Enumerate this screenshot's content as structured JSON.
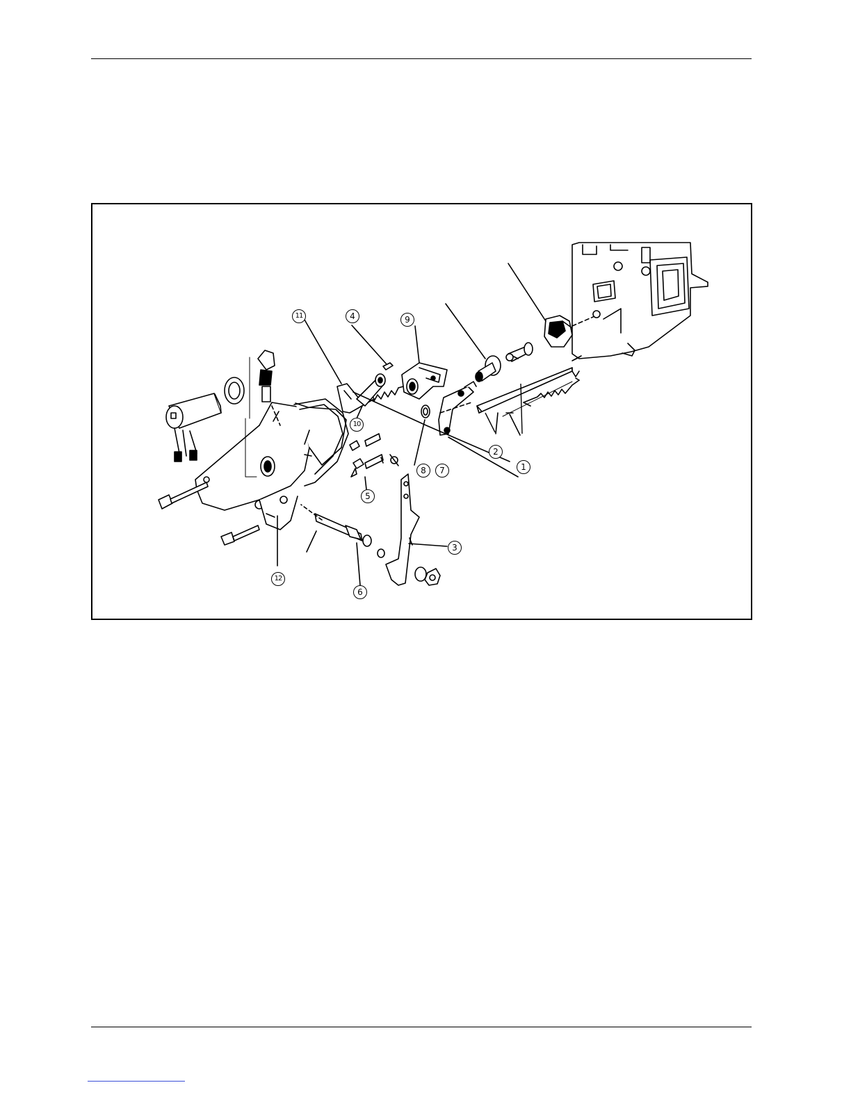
{
  "page": {
    "figure": {
      "callouts": [
        {
          "id": "c1",
          "label": "1"
        },
        {
          "id": "c2",
          "label": "2"
        },
        {
          "id": "c3",
          "label": "3"
        },
        {
          "id": "c4",
          "label": "4"
        },
        {
          "id": "c5",
          "label": "5"
        },
        {
          "id": "c6",
          "label": "6"
        },
        {
          "id": "c7",
          "label": "7"
        },
        {
          "id": "c8",
          "label": "8"
        },
        {
          "id": "c9",
          "label": "9"
        },
        {
          "id": "c10",
          "label": "10"
        },
        {
          "id": "c11",
          "label": "11"
        },
        {
          "id": "c12",
          "label": "12"
        }
      ]
    }
  },
  "colors": {
    "ink": "#000000",
    "footnote_rule": "#3b4fd8"
  }
}
